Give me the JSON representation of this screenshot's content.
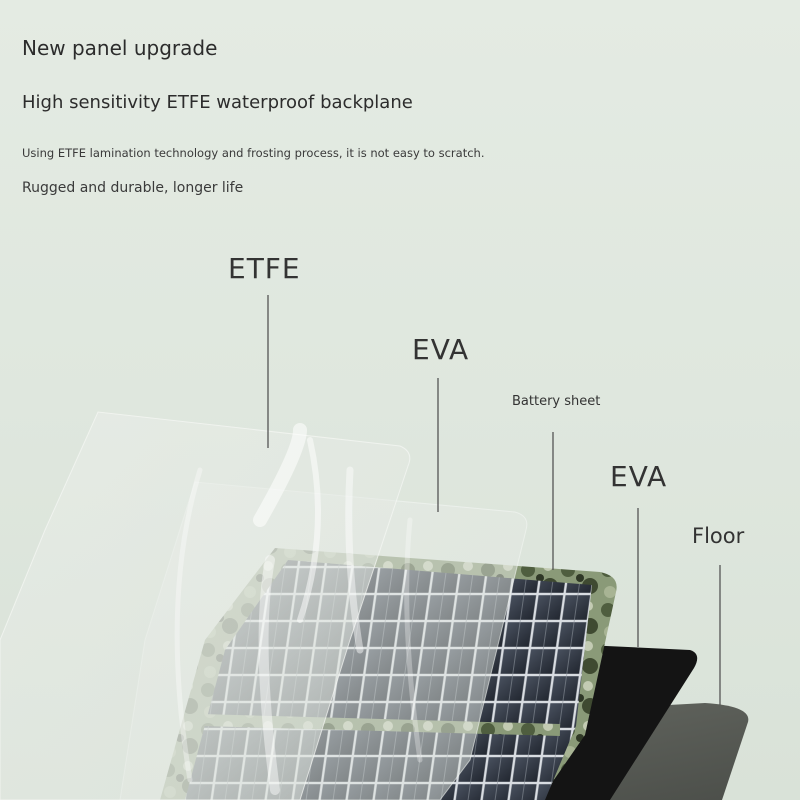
{
  "header": {
    "headline": "New panel upgrade",
    "subhead": "High sensitivity ETFE waterproof backplane",
    "description": "Using ETFE lamination technology and frosting process, it is not easy to scratch.",
    "tagline": "Rugged and durable, longer life"
  },
  "layers": {
    "etfe": "ETFE",
    "eva_top": "EVA",
    "battery_sheet": "Battery sheet",
    "eva_bottom": "EVA",
    "floor": "Floor"
  },
  "colors": {
    "background": "#dfe7de",
    "film": "#e6ebe5",
    "cell": "#2d3440",
    "frame_camo": "#6f7f60",
    "eva_dark": "#161616",
    "floor": "#5b5e58",
    "leader": "#555555"
  }
}
